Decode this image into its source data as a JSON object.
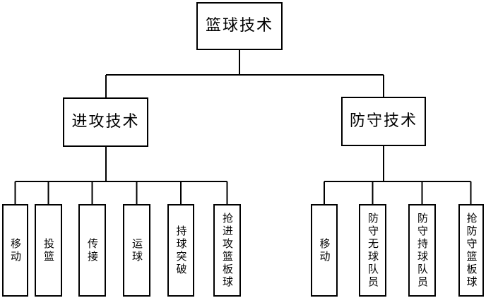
{
  "diagram": {
    "root_label": "篮球技术",
    "offense": {
      "label": "进攻技术",
      "children": [
        "移动",
        "投篮",
        "传接",
        "运球",
        "持球突破",
        "抢进攻篮板球"
      ]
    },
    "defense": {
      "label": "防守技术",
      "children": [
        "移动",
        "防守无球队员",
        "防守持球队员",
        "抢防守篮板球"
      ]
    },
    "colors": {
      "line": "#000000",
      "background": "#ffffff",
      "text": "#000000"
    }
  }
}
